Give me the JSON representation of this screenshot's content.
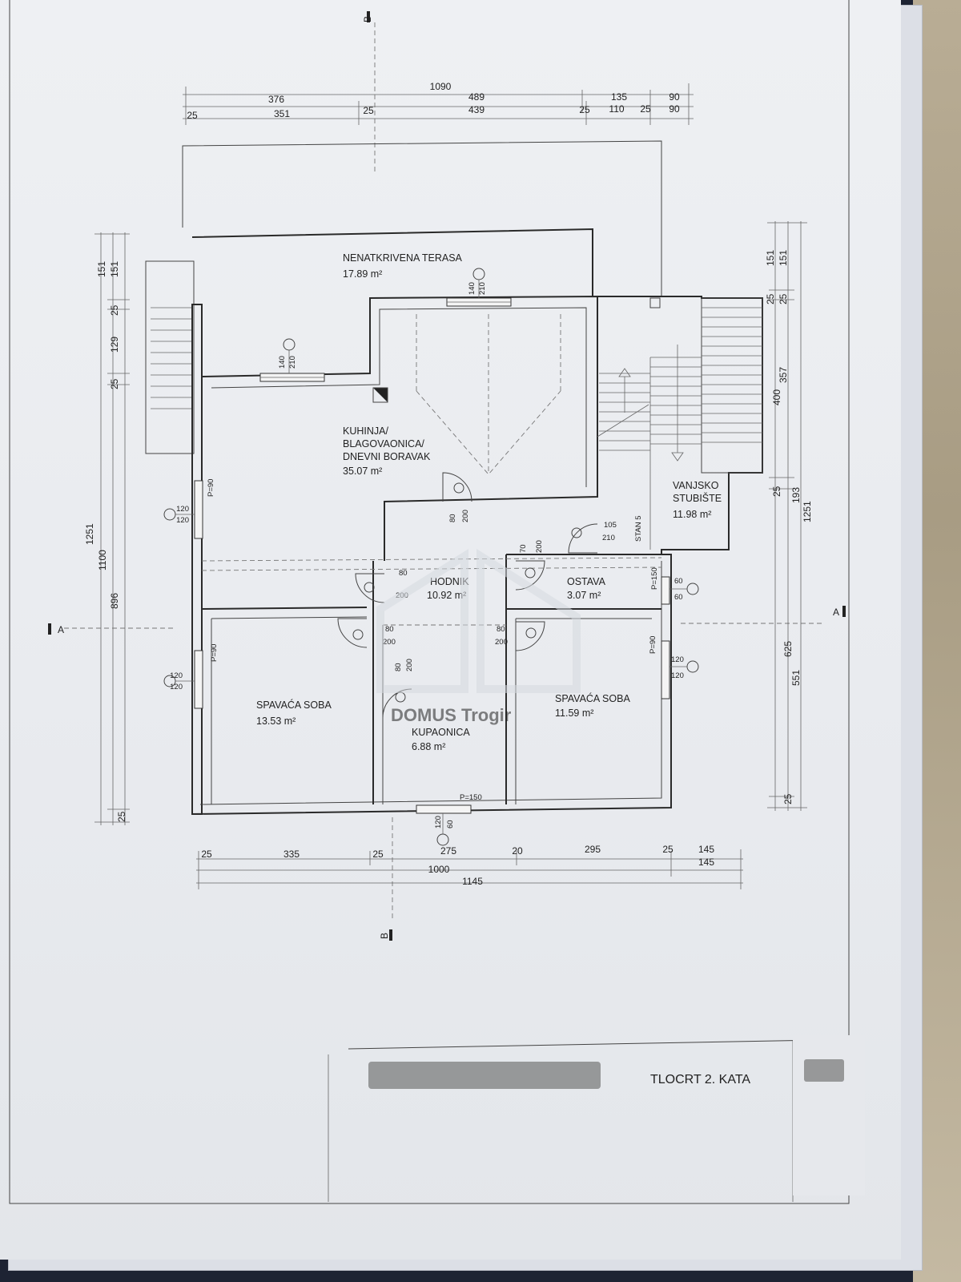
{
  "title_block": {
    "sheet_title": "TLOCRT 2. KATA"
  },
  "watermark": {
    "text": "DOMUS Trogir"
  },
  "section_markers": {
    "a": "A",
    "b": "B"
  },
  "rooms": [
    {
      "id": "terasa",
      "name": "NENATKRIVENA TERASA",
      "area": "17.89 m²"
    },
    {
      "id": "kuhinja",
      "name_lines": [
        "KUHINJA/",
        "BLAGOVAONICA/",
        "DNEVNI BORAVAK"
      ],
      "area": "35.07 m²"
    },
    {
      "id": "stubiste",
      "name_lines": [
        "VANJSKO",
        "STUBIŠTE"
      ],
      "area": "11.98 m²"
    },
    {
      "id": "hodnik",
      "name": "HODNIK",
      "area": "10.92 m²"
    },
    {
      "id": "ostava",
      "name": "OSTAVA",
      "area": "3.07 m²"
    },
    {
      "id": "soba1",
      "name": "SPAVAĆA SOBA",
      "area": "13.53 m²"
    },
    {
      "id": "kupaonica",
      "name": "KUPAONICA",
      "area": "6.88 m²"
    },
    {
      "id": "soba2",
      "name": "SPAVAĆA SOBA",
      "area": "11.59 m²"
    }
  ],
  "dimensions": {
    "top_overall": "1090",
    "top_row2": [
      "376",
      "489",
      "135",
      "90"
    ],
    "top_row3": [
      "25",
      "351",
      "25",
      "439",
      "25",
      "110",
      "25",
      "90"
    ],
    "bottom_row1": [
      "25",
      "335",
      "25",
      "275",
      "20",
      "295",
      "25",
      "145"
    ],
    "bottom_row2": [
      "1000",
      "145"
    ],
    "bottom_overall": "1145",
    "left_outer": "1251",
    "left_mid": "1100",
    "left_inner": [
      "151",
      "25",
      "129",
      "25",
      "896",
      "25"
    ],
    "left_inner_top": "151",
    "right_outer": "1251",
    "right_mid": [
      "151",
      "25",
      "400",
      "25",
      "625",
      "25"
    ],
    "right_inner": [
      "151",
      "25",
      "357",
      "193",
      "551"
    ]
  },
  "openings": [
    {
      "id": "w-terasa",
      "w": "140",
      "h": "210"
    },
    {
      "id": "w-kuhinja-top",
      "w": "140",
      "h": "210"
    },
    {
      "id": "w-left-kuhinja",
      "w": "120",
      "h": "120",
      "p": "P=90"
    },
    {
      "id": "d-kuhinja",
      "w": "80",
      "h": "200"
    },
    {
      "id": "d-ulaz",
      "w": "105",
      "h": "210",
      "label": "STAN 5"
    },
    {
      "id": "d-ostava",
      "w": "70",
      "h": "200"
    },
    {
      "id": "d-hodnik-left",
      "w": "80",
      "h": "200"
    },
    {
      "id": "w-ostava",
      "w": "60",
      "h": "60",
      "p": "P=150"
    },
    {
      "id": "d-soba1",
      "w": "80",
      "h": "200"
    },
    {
      "id": "d-soba2",
      "w": "80",
      "h": "200"
    },
    {
      "id": "d-kupaonica",
      "w": "80",
      "h": "200"
    },
    {
      "id": "w-left-soba",
      "w": "120",
      "h": "120",
      "p": "P=90"
    },
    {
      "id": "w-right-soba",
      "w": "120",
      "h": "120",
      "p": "P=90"
    },
    {
      "id": "w-kupaonica",
      "w": "120",
      "h": "60",
      "p": "P=150"
    }
  ]
}
